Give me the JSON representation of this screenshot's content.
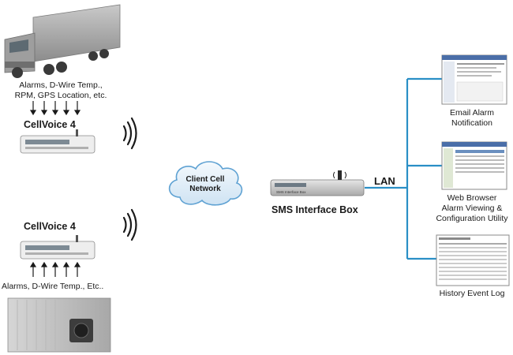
{
  "top_device": {
    "inputs_label_line1": "Alarms, D-Wire Temp.,",
    "inputs_label_line2": "RPM, GPS Location, etc.",
    "device_name": "CellVoice 4"
  },
  "bottom_device": {
    "device_name": "CellVoice 4",
    "inputs_label": "Alarms, D-Wire Temp., Etc.."
  },
  "cloud": {
    "line1": "Client Cell",
    "line2": "Network"
  },
  "interface_box": {
    "panel_text": "SMS Interface Box",
    "label": "SMS Interface Box"
  },
  "network": {
    "lan_label": "LAN",
    "line_color": "#2a8fc6"
  },
  "endpoints": [
    {
      "line1": "Email Alarm",
      "line2": "Notification",
      "line3": ""
    },
    {
      "line1": "Web Browser",
      "line2": "Alarm Viewing &",
      "line3": "Configuration Utility"
    },
    {
      "line1": "History Event Log",
      "line2": "",
      "line3": ""
    }
  ]
}
